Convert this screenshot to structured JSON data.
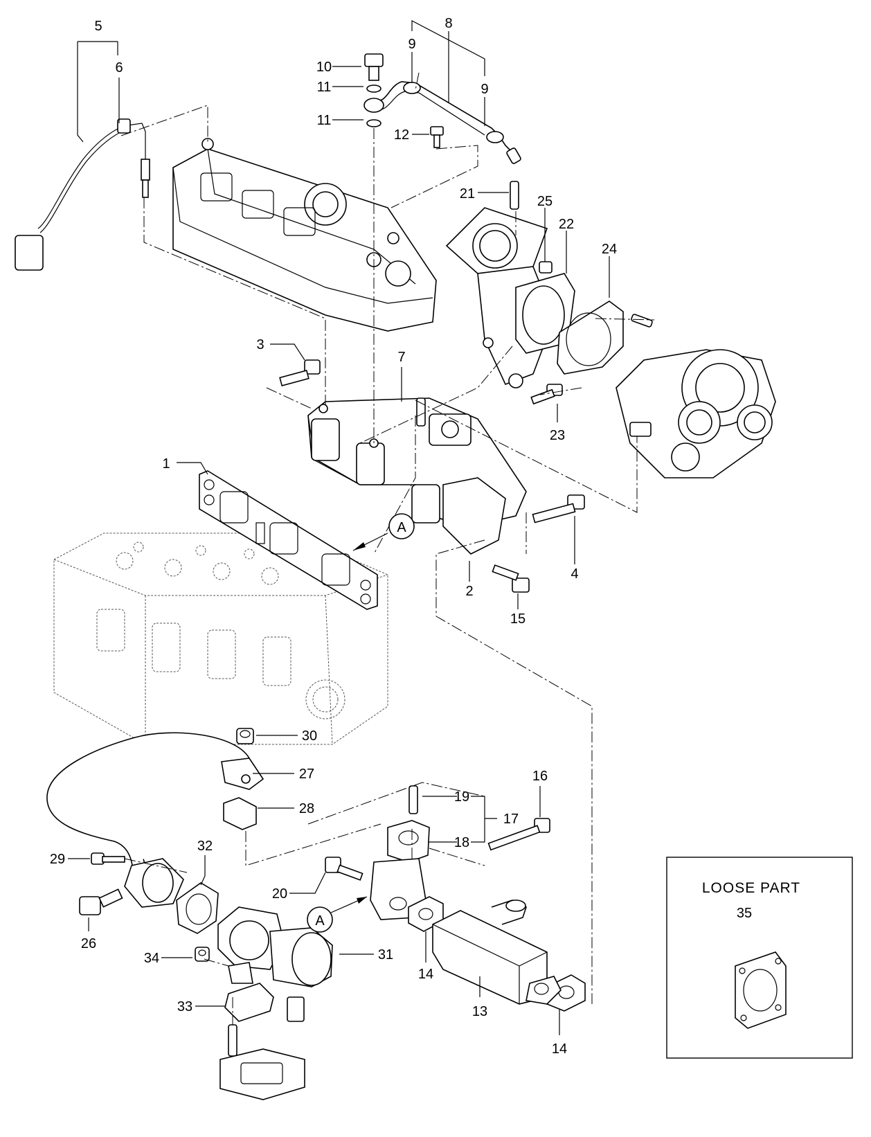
{
  "callouts": [
    {
      "id": "c1",
      "text": "1"
    },
    {
      "id": "c2",
      "text": "2"
    },
    {
      "id": "c3",
      "text": "3"
    },
    {
      "id": "c4",
      "text": "4"
    },
    {
      "id": "c5",
      "text": "5"
    },
    {
      "id": "c6",
      "text": "6"
    },
    {
      "id": "c7",
      "text": "7"
    },
    {
      "id": "c8",
      "text": "8"
    },
    {
      "id": "c9a",
      "text": "9"
    },
    {
      "id": "c9b",
      "text": "9"
    },
    {
      "id": "c10",
      "text": "10"
    },
    {
      "id": "c11a",
      "text": "11"
    },
    {
      "id": "c11b",
      "text": "11"
    },
    {
      "id": "c12",
      "text": "12"
    },
    {
      "id": "c13",
      "text": "13"
    },
    {
      "id": "c14a",
      "text": "14"
    },
    {
      "id": "c14b",
      "text": "14"
    },
    {
      "id": "c15",
      "text": "15"
    },
    {
      "id": "c16",
      "text": "16"
    },
    {
      "id": "c17",
      "text": "17"
    },
    {
      "id": "c18",
      "text": "18"
    },
    {
      "id": "c19",
      "text": "19"
    },
    {
      "id": "c20",
      "text": "20"
    },
    {
      "id": "c21",
      "text": "21"
    },
    {
      "id": "c22",
      "text": "22"
    },
    {
      "id": "c23",
      "text": "23"
    },
    {
      "id": "c24",
      "text": "24"
    },
    {
      "id": "c25",
      "text": "25"
    },
    {
      "id": "c26",
      "text": "26"
    },
    {
      "id": "c27",
      "text": "27"
    },
    {
      "id": "c28",
      "text": "28"
    },
    {
      "id": "c29",
      "text": "29"
    },
    {
      "id": "c30",
      "text": "30"
    },
    {
      "id": "c31",
      "text": "31"
    },
    {
      "id": "c32",
      "text": "32"
    },
    {
      "id": "c33",
      "text": "33"
    },
    {
      "id": "c34",
      "text": "34"
    }
  ],
  "reference_markers": [
    {
      "id": "ref-a-upper",
      "text": "A"
    },
    {
      "id": "ref-a-lower",
      "text": "A"
    }
  ],
  "loose_part": {
    "title": "LOOSE  PART",
    "callout": "35"
  }
}
